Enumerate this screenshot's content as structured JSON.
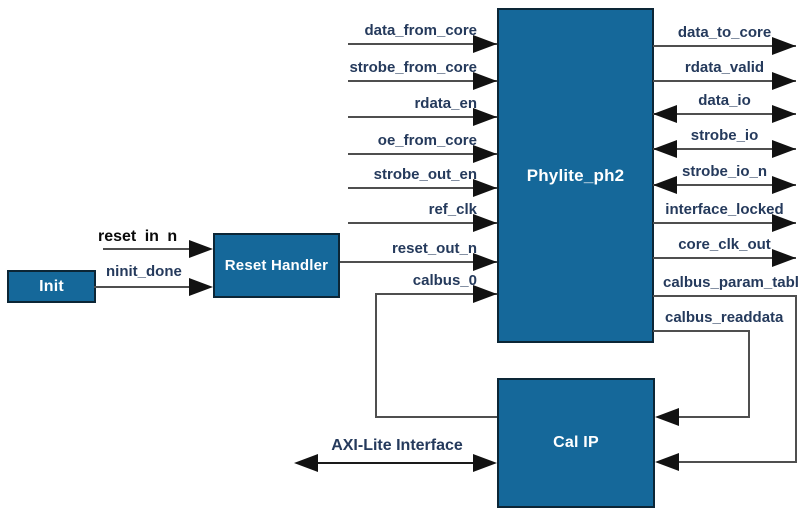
{
  "diagram": {
    "title_hint": "PHY Lite block diagram",
    "blocks": {
      "init": {
        "label": "Init"
      },
      "reset_handler": {
        "label": "Reset Handler"
      },
      "phylite": {
        "label": "Phylite_ph2"
      },
      "cal_ip": {
        "label": "Cal IP"
      }
    },
    "phylite": {
      "left_signals": [
        {
          "label": "data_from_core",
          "direction": "input"
        },
        {
          "label": "strobe_from_core",
          "direction": "input"
        },
        {
          "label": "rdata_en",
          "direction": "input"
        },
        {
          "label": "oe_from_core",
          "direction": "input"
        },
        {
          "label": "strobe_out_en",
          "direction": "input"
        },
        {
          "label": "ref_clk",
          "direction": "input"
        },
        {
          "label": "reset_out_n",
          "direction": "input"
        },
        {
          "label": "calbus_0",
          "direction": "input"
        }
      ],
      "right_signals": [
        {
          "label": "data_to_core",
          "direction": "output"
        },
        {
          "label": "rdata_valid",
          "direction": "output"
        },
        {
          "label": "data_io",
          "direction": "bidirectional"
        },
        {
          "label": "strobe_io",
          "direction": "bidirectional"
        },
        {
          "label": "strobe_io_n",
          "direction": "bidirectional"
        },
        {
          "label": "interface_locked",
          "direction": "output"
        },
        {
          "label": "core_clk_out",
          "direction": "output"
        },
        {
          "label": "calbus_param_tabl",
          "direction": "output"
        },
        {
          "label": "calbus_readdata",
          "direction": "output"
        }
      ]
    },
    "external": {
      "reset_in_n": {
        "label": "reset in n"
      },
      "ninit_done": {
        "label": "ninit_done"
      },
      "axi_lite": {
        "label": "AXI-Lite Interface"
      }
    },
    "connections": [
      "reset in n -> Reset Handler",
      "Init ninit_done -> Reset Handler",
      "Reset Handler -> Phylite_ph2 reset_out_n",
      "Cal IP -> Phylite_ph2 calbus_0",
      "Phylite_ph2 calbus_param_tabl -> Cal IP",
      "Phylite_ph2 calbus_readdata -> Cal IP",
      "AXI-Lite Interface <-> Cal IP"
    ],
    "colors": {
      "block_fill": "#15689a",
      "block_text": "#ffffff",
      "signal_text": "#253a5c",
      "wire": "#4f4f4f",
      "arrow": "#121212",
      "background": "#ffffff"
    }
  }
}
